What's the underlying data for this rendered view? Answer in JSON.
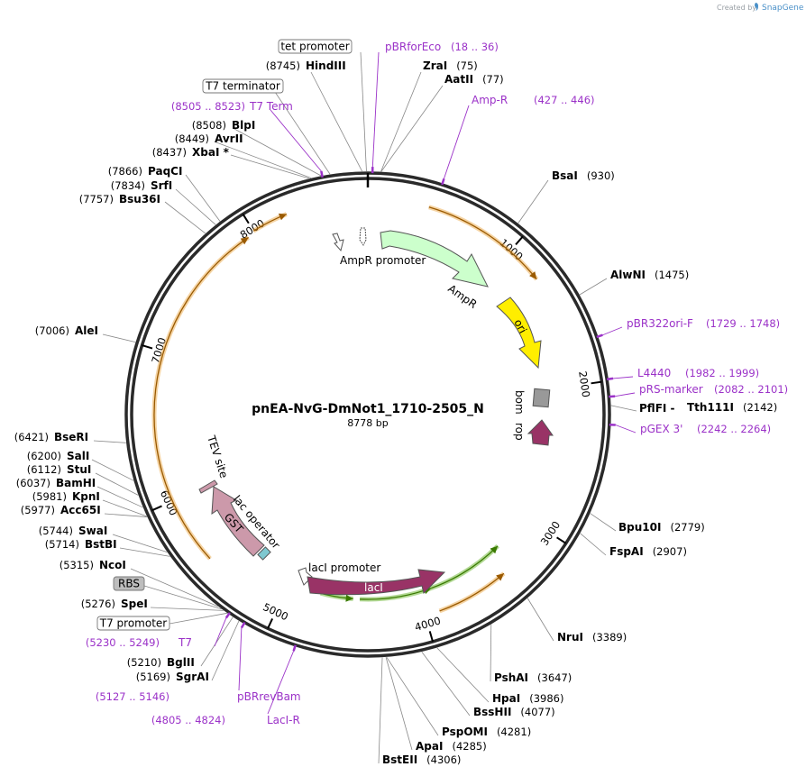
{
  "credit": {
    "created_by": "Created by",
    "brand": "SnapGene"
  },
  "plasmid": {
    "name": "pnEA-NvG-DmNot1_1710-2505_N",
    "size": "8778 bp",
    "length": 8778
  },
  "ticks": [
    {
      "label": "1000",
      "pos": 1000
    },
    {
      "label": "2000",
      "pos": 2000
    },
    {
      "label": "3000",
      "pos": 3000
    },
    {
      "label": "4000",
      "pos": 4000
    },
    {
      "label": "5000",
      "pos": 5000
    },
    {
      "label": "6000",
      "pos": 6000
    },
    {
      "label": "7000",
      "pos": 7000
    },
    {
      "label": "8000",
      "pos": 8000
    }
  ],
  "enzymes": [
    {
      "name": "HindIII",
      "pos": "(8745)",
      "side": "left"
    },
    {
      "name": "ZraI",
      "pos": "(75)",
      "side": "right"
    },
    {
      "name": "AatII",
      "pos": "(77)",
      "side": "right"
    },
    {
      "name": "BlpI",
      "pos": "(8508)",
      "side": "left"
    },
    {
      "name": "AvrII",
      "pos": "(8449)",
      "side": "left"
    },
    {
      "name": "XbaI *",
      "pos": "(8437)",
      "side": "left"
    },
    {
      "name": "PaqCI",
      "pos": "(7866)",
      "side": "left"
    },
    {
      "name": "SrfI",
      "pos": "(7834)",
      "side": "left"
    },
    {
      "name": "Bsu36I",
      "pos": "(7757)",
      "side": "left"
    },
    {
      "name": "BsaI",
      "pos": "(930)",
      "side": "right"
    },
    {
      "name": "AlwNI",
      "pos": "(1475)",
      "side": "right"
    },
    {
      "name": "AleI",
      "pos": "(7006)",
      "side": "left"
    },
    {
      "name": "PflFI",
      "pos": "",
      "side": "right"
    },
    {
      "name": "Tth111I",
      "pos": "(2142)",
      "side": "right"
    },
    {
      "name": "BseRI",
      "pos": "(6421)",
      "side": "left"
    },
    {
      "name": "SalI",
      "pos": "(6200)",
      "side": "left"
    },
    {
      "name": "StuI",
      "pos": "(6112)",
      "side": "left"
    },
    {
      "name": "BamHI",
      "pos": "(6037)",
      "side": "left"
    },
    {
      "name": "KpnI",
      "pos": "(5981)",
      "side": "left"
    },
    {
      "name": "Acc65I",
      "pos": "(5977)",
      "side": "left"
    },
    {
      "name": "Bpu10I",
      "pos": "(2779)",
      "side": "right"
    },
    {
      "name": "FspAI",
      "pos": "(2907)",
      "side": "right"
    },
    {
      "name": "SwaI",
      "pos": "(5744)",
      "side": "left"
    },
    {
      "name": "BstBI",
      "pos": "(5714)",
      "side": "left"
    },
    {
      "name": "NcoI",
      "pos": "(5315)",
      "side": "left"
    },
    {
      "name": "SpeI",
      "pos": "(5276)",
      "side": "left"
    },
    {
      "name": "NruI",
      "pos": "(3389)",
      "side": "right"
    },
    {
      "name": "BglII",
      "pos": "(5210)",
      "side": "left"
    },
    {
      "name": "SgrAI",
      "pos": "(5169)",
      "side": "left"
    },
    {
      "name": "PshAI",
      "pos": "(3647)",
      "side": "right"
    },
    {
      "name": "HpaI",
      "pos": "(3986)",
      "side": "right"
    },
    {
      "name": "BssHII",
      "pos": "(4077)",
      "side": "right"
    },
    {
      "name": "PspOMI",
      "pos": "(4281)",
      "side": "right"
    },
    {
      "name": "ApaI",
      "pos": "(4285)",
      "side": "right"
    },
    {
      "name": "BstEII",
      "pos": "(4306)",
      "side": "right"
    }
  ],
  "primers": [
    {
      "name": "pBRforEco",
      "range": "(18 .. 36)"
    },
    {
      "name": "Amp-R",
      "range": "(427 .. 446)"
    },
    {
      "name": "T7 Term",
      "range": "(8505 .. 8523)"
    },
    {
      "name": "pBR322ori-F",
      "range": "(1729 .. 1748)"
    },
    {
      "name": "L4440",
      "range": "(1982 .. 1999)"
    },
    {
      "name": "pRS-marker",
      "range": "(2082 .. 2101)"
    },
    {
      "name": "pGEX 3'",
      "range": "(2242 .. 2264)"
    },
    {
      "name": "T7",
      "range": "(5230 .. 5249)"
    },
    {
      "name": "pBRrevBam",
      "range": "(5127 .. 5146)"
    },
    {
      "name": "LacI-R",
      "range": "(4805 .. 4824)"
    }
  ],
  "boxed_features": [
    {
      "name": "tet promoter"
    },
    {
      "name": "T7 terminator"
    },
    {
      "name": "RBS"
    },
    {
      "name": "T7 promoter"
    }
  ],
  "features": {
    "ampr_promoter": "AmpR promoter",
    "ampr": "AmpR",
    "ori": "ori",
    "bom": "bom",
    "rop": "rop",
    "laci_promoter": "lacI promoter",
    "laci": "lacI",
    "gst": "GST",
    "lac_operator": "lac operator",
    "tev_site": "TEV site"
  },
  "colors": {
    "primer": "#9b32c8",
    "ampr": "#ccffcc",
    "ori": "#ffee00",
    "laci": "#993366",
    "gst": "#cc99aa",
    "orf": "#e8a035",
    "orf_green": "#55aa11",
    "bom": "#999999"
  }
}
